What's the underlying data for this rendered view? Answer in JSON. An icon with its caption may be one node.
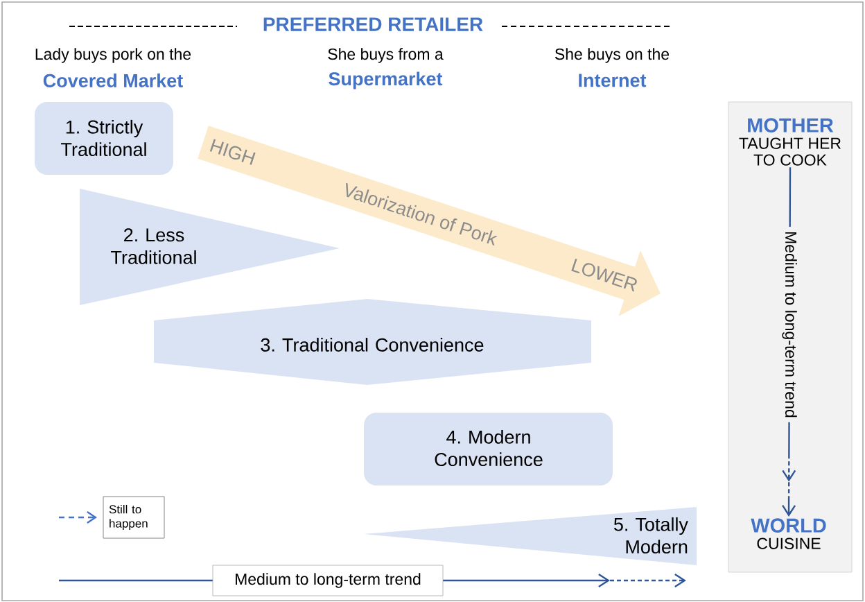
{
  "diagram": {
    "title": "PREFERRED RETAILER",
    "nodes": [
      {
        "text": [
          "1. Strictly Traditional"
        ]
      },
      {
        "text": [
          "HIGH",
          "Valorization of Pork",
          "LOWER"
        ]
      },
      {
        "text": [
          "2. Less Traditional"
        ]
      },
      {
        "text": [
          "3. Traditional Convenience"
        ]
      },
      {
        "text": [
          "4. Modern Convenience"
        ]
      },
      {
        "text": [
          "5. Totally Modern"
        ]
      },
      {
        "text": [],
        "shape": "box"
      },
      {
        "text": [
          "MOTHER",
          "TAUGHT HER TO COOK"
        ],
        "in": 6
      },
      {
        "text": [
          "WORLD",
          "CUISINE"
        ],
        "in": 6
      }
    ],
    "edges": [
      {
        "from": 7,
        "to": 8,
        "arrow": "to",
        "label": "Medium to long-term trend"
      }
    ],
    "labels": [
      "Lady buys pork on the",
      "Covered Market",
      "She buys from a",
      "Supermarket",
      "She buys on the",
      "Internet",
      "Medium to long-term trend"
    ],
    "legend": [
      {
        "text": "Still to happen"
      }
    ]
  }
}
